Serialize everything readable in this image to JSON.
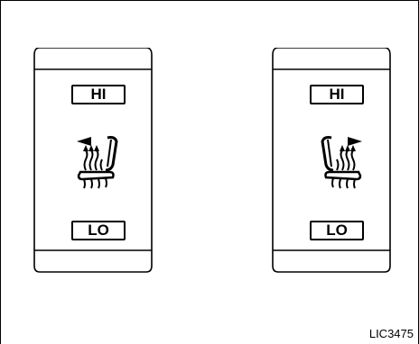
{
  "switches": [
    {
      "id": "left",
      "hi_label": "HI",
      "lo_label": "LO",
      "icon": "heated-seat-icon",
      "arrow": "left"
    },
    {
      "id": "right",
      "hi_label": "HI",
      "lo_label": "LO",
      "icon": "heated-seat-icon",
      "arrow": "right"
    }
  ],
  "figure_code": "LIC3475",
  "colors": {
    "line": "#000000",
    "background": "#ffffff"
  }
}
